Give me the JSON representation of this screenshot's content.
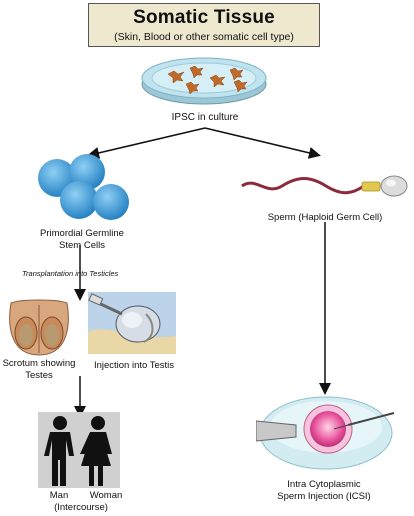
{
  "title": "Somatic Tissue",
  "subtitle": "(Skin, Blood or other somatic cell type)",
  "labels": {
    "ipsc": "IPSC in culture",
    "pgc_line1": "Primordial Germline",
    "pgc_line2": "Stem Cells",
    "sperm": "Sperm (Haploid Germ Cell)",
    "transplant": "Transplantation into Testicles",
    "scrotum_line1": "Scrotum showing",
    "scrotum_line2": "Testes",
    "injection": "Injection into Testis",
    "man": "Man",
    "woman": "Woman",
    "intercourse": "(Intercourse)",
    "icsi_line1": "Intra Cytoplasmic",
    "icsi_line2": "Sperm Injection (ICSI)"
  },
  "colors": {
    "title_bg": "#eee8cf",
    "cell_blue": "#3a9ede",
    "sperm_tail": "#8a2a3a",
    "sperm_head": "#d8d8d8",
    "egg_pink": "#e8509a",
    "dish_blue": "#bfe3ef",
    "figure_black": "#111111"
  },
  "icons": [
    "petri-dish-icon",
    "stem-cells-icon",
    "sperm-icon",
    "scrotum-icon",
    "testis-injection-icon",
    "man-woman-icon",
    "icsi-icon"
  ]
}
